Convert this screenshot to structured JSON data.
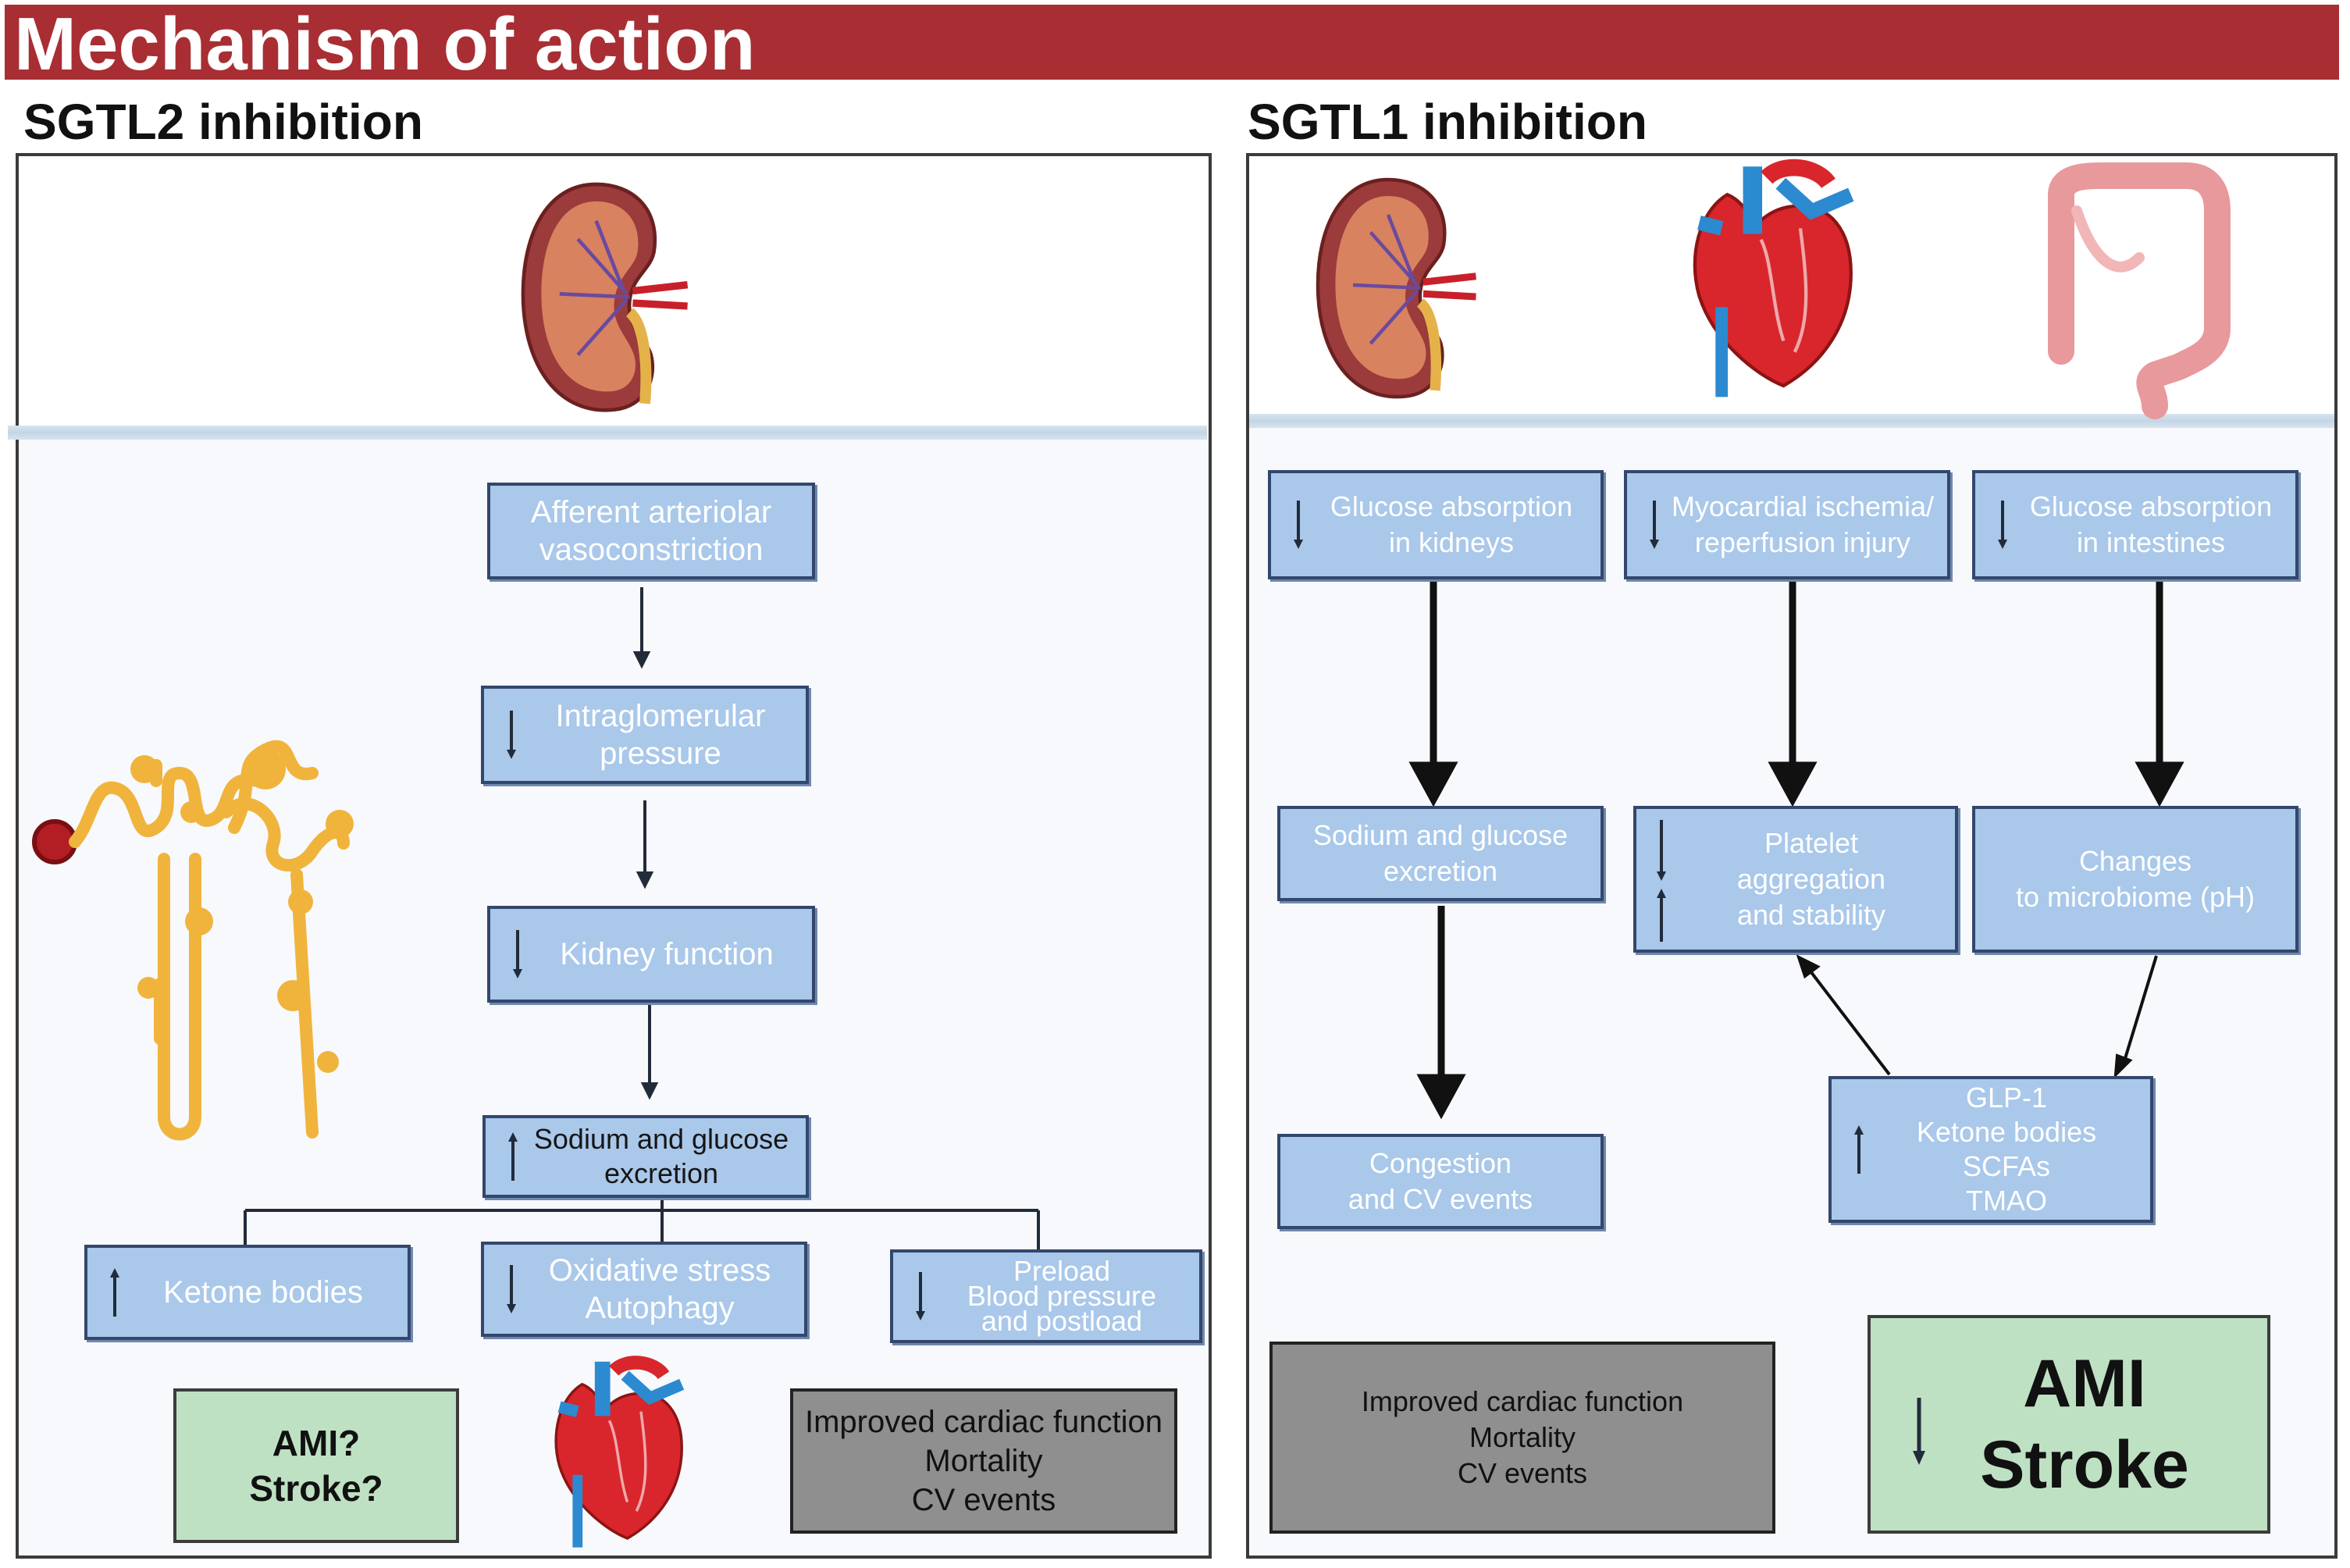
{
  "title": "Mechanism of action",
  "left_panel": {
    "heading": "SGTL2 inhibition",
    "icons": [
      "kidney-icon",
      "nephron-icon",
      "heart-icon"
    ],
    "boxes": {
      "afferent": "Afferent arteriolar\nvasoconstriction",
      "intraglomerular": "Intraglomerular\npressure",
      "kidney_function": "Kidney function",
      "sodium_glucose": "Sodium and glucose\nexcretion",
      "ketone": "Ketone bodies",
      "oxidative": "Oxidative stress\nAutophagy",
      "preload": "Preload\nBlood pressure\nand postload"
    },
    "outcome_green": "AMI?\nStroke?",
    "outcome_grey": "Improved cardiac function\nMortality\nCV events"
  },
  "right_panel": {
    "heading": "SGTL1 inhibition",
    "icons": [
      "kidney-icon",
      "heart-icon",
      "intestine-icon"
    ],
    "boxes": {
      "glucose_kidneys": "Glucose absorption\nin kidneys",
      "myocardial": "Myocardial ischemia/\nreperfusion injury",
      "glucose_intestines": "Glucose absorption\nin intestines",
      "sodium_glucose": "Sodium and glucose\nexcretion",
      "platelet": "Platelet\naggregation\nand stability",
      "microbiome": "Changes\nto microbiome (pH)",
      "glp1": "GLP-1\nKetone bodies\nSCFAs\nTMAO",
      "congestion": "Congestion\nand CV events"
    },
    "outcome_grey": "Improved cardiac function\nMortality\nCV events",
    "outcome_green": "AMI\nStroke"
  },
  "colors": {
    "title_bar": "#a82e33",
    "box_fill": "#a9c8ea",
    "box_border": "#33476d",
    "green_fill": "#bfe1c3",
    "grey_fill": "#8f8f8f"
  }
}
